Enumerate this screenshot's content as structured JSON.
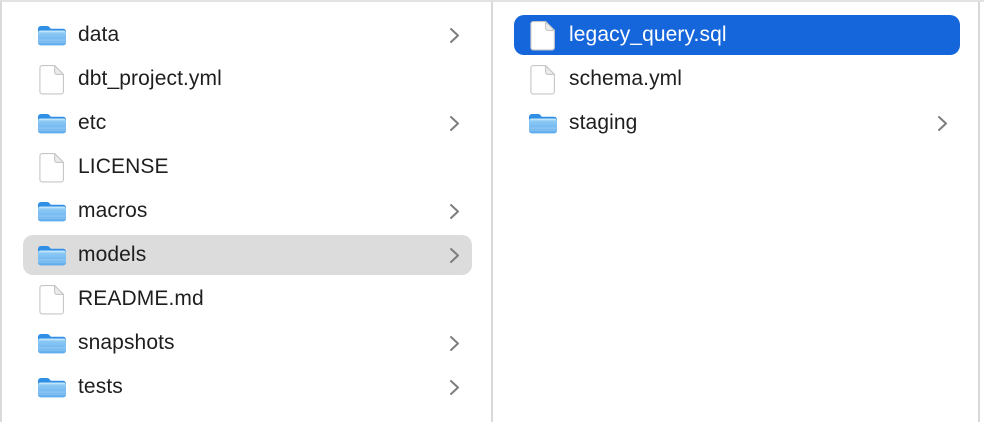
{
  "view": {
    "kind": "finder-column-view"
  },
  "colors": {
    "selection_active": "#1566db",
    "selection_inactive": "#dcdcdc",
    "selected_text": "#ffffff",
    "text": "#1e1e1e",
    "divider": "#d8d8d8",
    "chevron": "#7d7d7d",
    "folder_blue_dark": "#2f8fe5",
    "folder_blue_light": "#93cef5"
  },
  "icons": {
    "folder": "folder-icon",
    "file": "document-icon",
    "disclosure": "chevron-right-icon"
  },
  "columns": [
    {
      "name": "project-root-column",
      "items": [
        {
          "label": "data",
          "type": "folder",
          "has_chevron": true,
          "selected": false,
          "selection_style": null
        },
        {
          "label": "dbt_project.yml",
          "type": "file",
          "has_chevron": false,
          "selected": false,
          "selection_style": null
        },
        {
          "label": "etc",
          "type": "folder",
          "has_chevron": true,
          "selected": false,
          "selection_style": null
        },
        {
          "label": "LICENSE",
          "type": "file",
          "has_chevron": false,
          "selected": false,
          "selection_style": null
        },
        {
          "label": "macros",
          "type": "folder",
          "has_chevron": true,
          "selected": false,
          "selection_style": null
        },
        {
          "label": "models",
          "type": "folder",
          "has_chevron": true,
          "selected": true,
          "selection_style": "inactive-gray"
        },
        {
          "label": "README.md",
          "type": "file",
          "has_chevron": false,
          "selected": false,
          "selection_style": null
        },
        {
          "label": "snapshots",
          "type": "folder",
          "has_chevron": true,
          "selected": false,
          "selection_style": null
        },
        {
          "label": "tests",
          "type": "folder",
          "has_chevron": true,
          "selected": false,
          "selection_style": null
        }
      ]
    },
    {
      "name": "models-contents-column",
      "items": [
        {
          "label": "legacy_query.sql",
          "type": "file",
          "has_chevron": false,
          "selected": true,
          "selection_style": "active-blue"
        },
        {
          "label": "schema.yml",
          "type": "file",
          "has_chevron": false,
          "selected": false,
          "selection_style": null
        },
        {
          "label": "staging",
          "type": "folder",
          "has_chevron": true,
          "selected": false,
          "selection_style": null
        }
      ]
    }
  ]
}
